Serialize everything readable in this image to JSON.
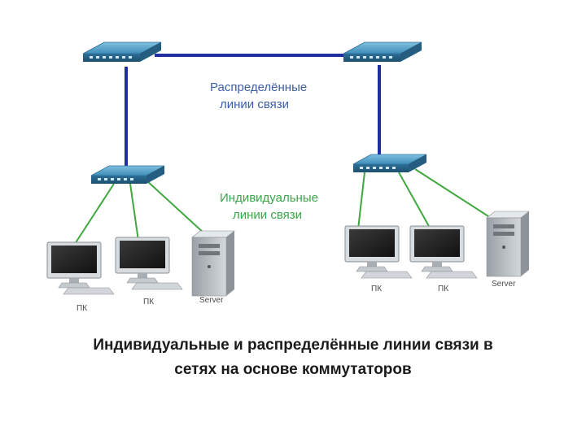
{
  "labels": {
    "distributed_line1": "Распределённые",
    "distributed_line2": "линии связи",
    "individual_line1": "Индивидуальные",
    "individual_line2": "линии связи"
  },
  "devices": {
    "pc": "ПК",
    "server": "Server"
  },
  "caption": {
    "line1": "Индивидуальные и распределённые линии связи в",
    "line2": "сетях на основе коммутаторов"
  },
  "colors": {
    "distributed_link": "#1f2fa3",
    "individual_link": "#3fa83f",
    "switch_body": "#3f8db8"
  }
}
